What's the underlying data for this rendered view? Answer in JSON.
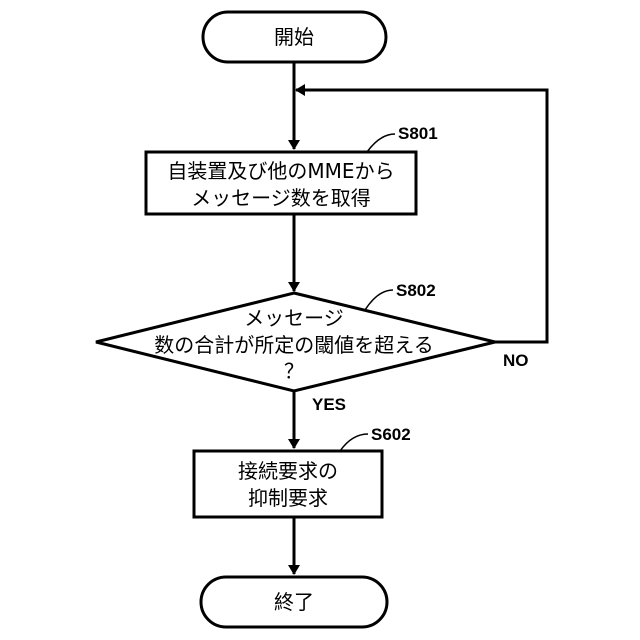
{
  "colors": {
    "stroke": "#000000",
    "background": "#ffffff"
  },
  "nodes": {
    "start": {
      "text": "開始"
    },
    "s801": {
      "ref": "S801",
      "line1": "自装置及び他のMMEから",
      "line2": "メッセージ数を取得"
    },
    "s802": {
      "ref": "S802",
      "line1": "メッセージ",
      "line2": "数の合計が所定の閾値を超える",
      "line3": "？"
    },
    "s602": {
      "ref": "S602",
      "line1": "接続要求の",
      "line2": "抑制要求"
    },
    "end": {
      "text": "終了"
    }
  },
  "branches": {
    "yes": "YES",
    "no": "NO"
  }
}
